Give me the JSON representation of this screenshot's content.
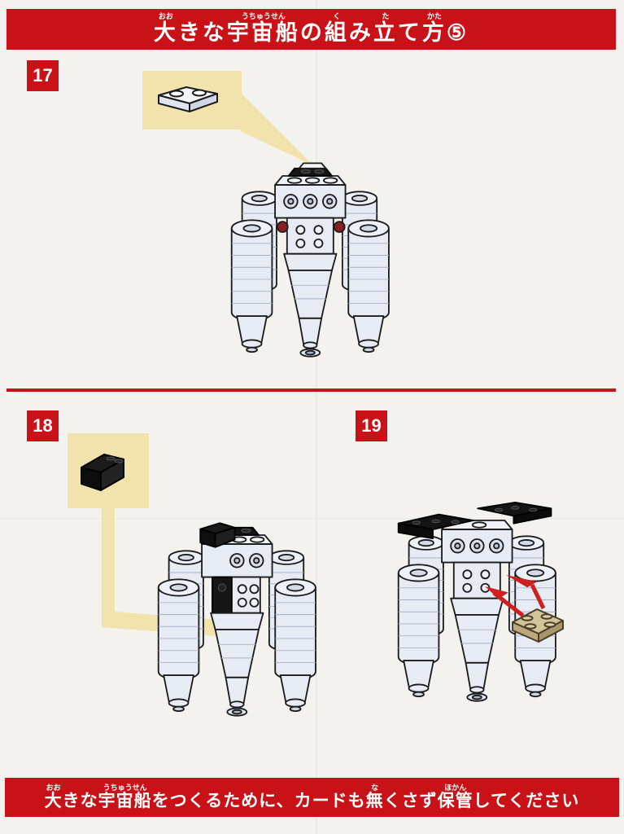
{
  "colors": {
    "banner_red": "#c81217",
    "paper": "#f4f2ee",
    "callout_yellow": "#f1e3ab",
    "arrow_red": "#cf2020",
    "brick_white": "#e6ebf4",
    "brick_black": "#161616",
    "brick_tan": "#d3c398",
    "brick_dark_red": "#8a1f1f"
  },
  "header": {
    "title_plain": "大きな宇宙船の組み立て方⑤",
    "title_ruby": [
      {
        "b": "大",
        "r": "おお"
      },
      {
        "b": "きな",
        "r": ""
      },
      {
        "b": "宇宙船",
        "r": "うちゅうせん"
      },
      {
        "b": "の",
        "r": ""
      },
      {
        "b": "組",
        "r": "く"
      },
      {
        "b": "み",
        "r": ""
      },
      {
        "b": "立",
        "r": "た"
      },
      {
        "b": "て",
        "r": ""
      },
      {
        "b": "方",
        "r": "かた"
      },
      {
        "b": "⑤",
        "r": ""
      }
    ]
  },
  "steps": [
    {
      "number": "17",
      "callout_piece": "white-1x2-plate"
    },
    {
      "number": "18",
      "callout_piece": "black-2x2-slope-brick"
    },
    {
      "number": "19",
      "callout_piece": "tan-2x2-plate"
    }
  ],
  "footer": {
    "text_plain": "大きな宇宙船をつくるために、カードも無くさず保管してください",
    "text_ruby": [
      {
        "b": "大",
        "r": "おお"
      },
      {
        "b": "きな",
        "r": ""
      },
      {
        "b": "宇宙船",
        "r": "うちゅうせん"
      },
      {
        "b": "をつくるために、カードも",
        "r": ""
      },
      {
        "b": "無",
        "r": "な"
      },
      {
        "b": "くさず",
        "r": ""
      },
      {
        "b": "保管",
        "r": "ほかん"
      },
      {
        "b": "してください",
        "r": ""
      }
    ]
  }
}
